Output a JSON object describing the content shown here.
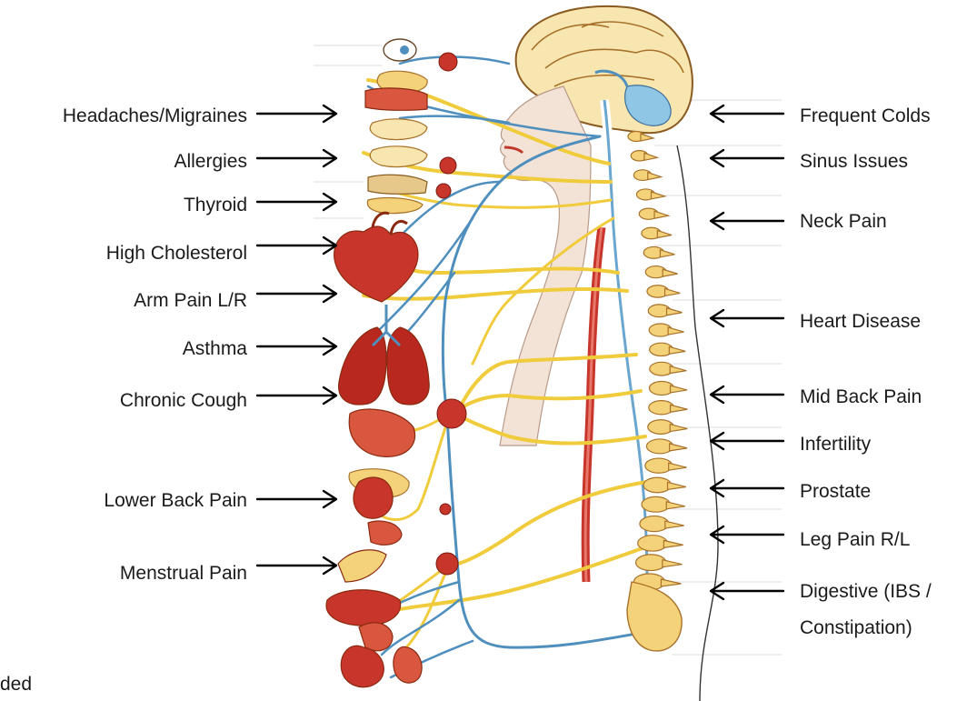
{
  "left_labels": [
    "Headaches/Migraines",
    "Allergies",
    "Thyroid",
    "High Cholesterol",
    "Arm Pain L/R",
    "Asthma",
    "Chronic Cough",
    "Lower Back Pain",
    "Menstrual Pain"
  ],
  "right_labels": [
    "Frequent Colds",
    "Sinus Issues",
    "Neck Pain",
    "Heart Disease",
    "Mid Back Pain",
    "Infertility",
    "Prostate",
    "Leg Pain R/L",
    "Digestive  (IBS /",
    "Constipation)"
  ],
  "footer_fragment": "ded",
  "colors": {
    "nerve_yellow": "#f0cc3c",
    "nerve_blue": "#4f8fbe",
    "organ_red": "#c8352a",
    "bone": "#f4d27a"
  }
}
